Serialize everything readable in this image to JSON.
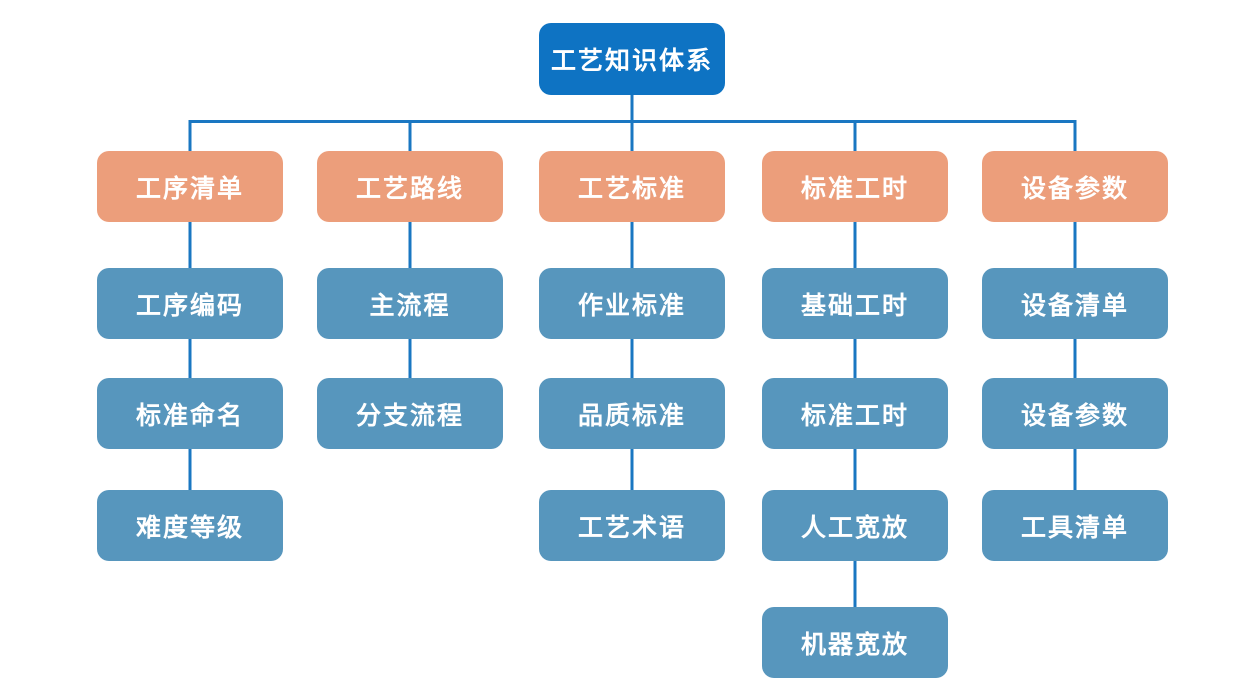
{
  "diagram": {
    "title": "工艺知识体系",
    "root": {
      "label": "工艺知识体系"
    },
    "branches": [
      {
        "label": "工序清单",
        "children": [
          "工序编码",
          "标准命名",
          "难度等级"
        ]
      },
      {
        "label": "工艺路线",
        "children": [
          "主流程",
          "分支流程"
        ]
      },
      {
        "label": "工艺标准",
        "children": [
          "作业标准",
          "品质标准",
          "工艺术语"
        ]
      },
      {
        "label": "标准工时",
        "children": [
          "基础工时",
          "标准工时",
          "人工宽放",
          "机器宽放"
        ]
      },
      {
        "label": "设备参数",
        "children": [
          "设备清单",
          "设备参数",
          "工具清单"
        ]
      }
    ],
    "colors": {
      "root_fill": "#0e73c3",
      "branch_fill": "#ec9e7b",
      "child_fill": "#5796bd",
      "connector": "#1a77c2",
      "text": "#ffffff",
      "background": "#ffffff"
    }
  }
}
